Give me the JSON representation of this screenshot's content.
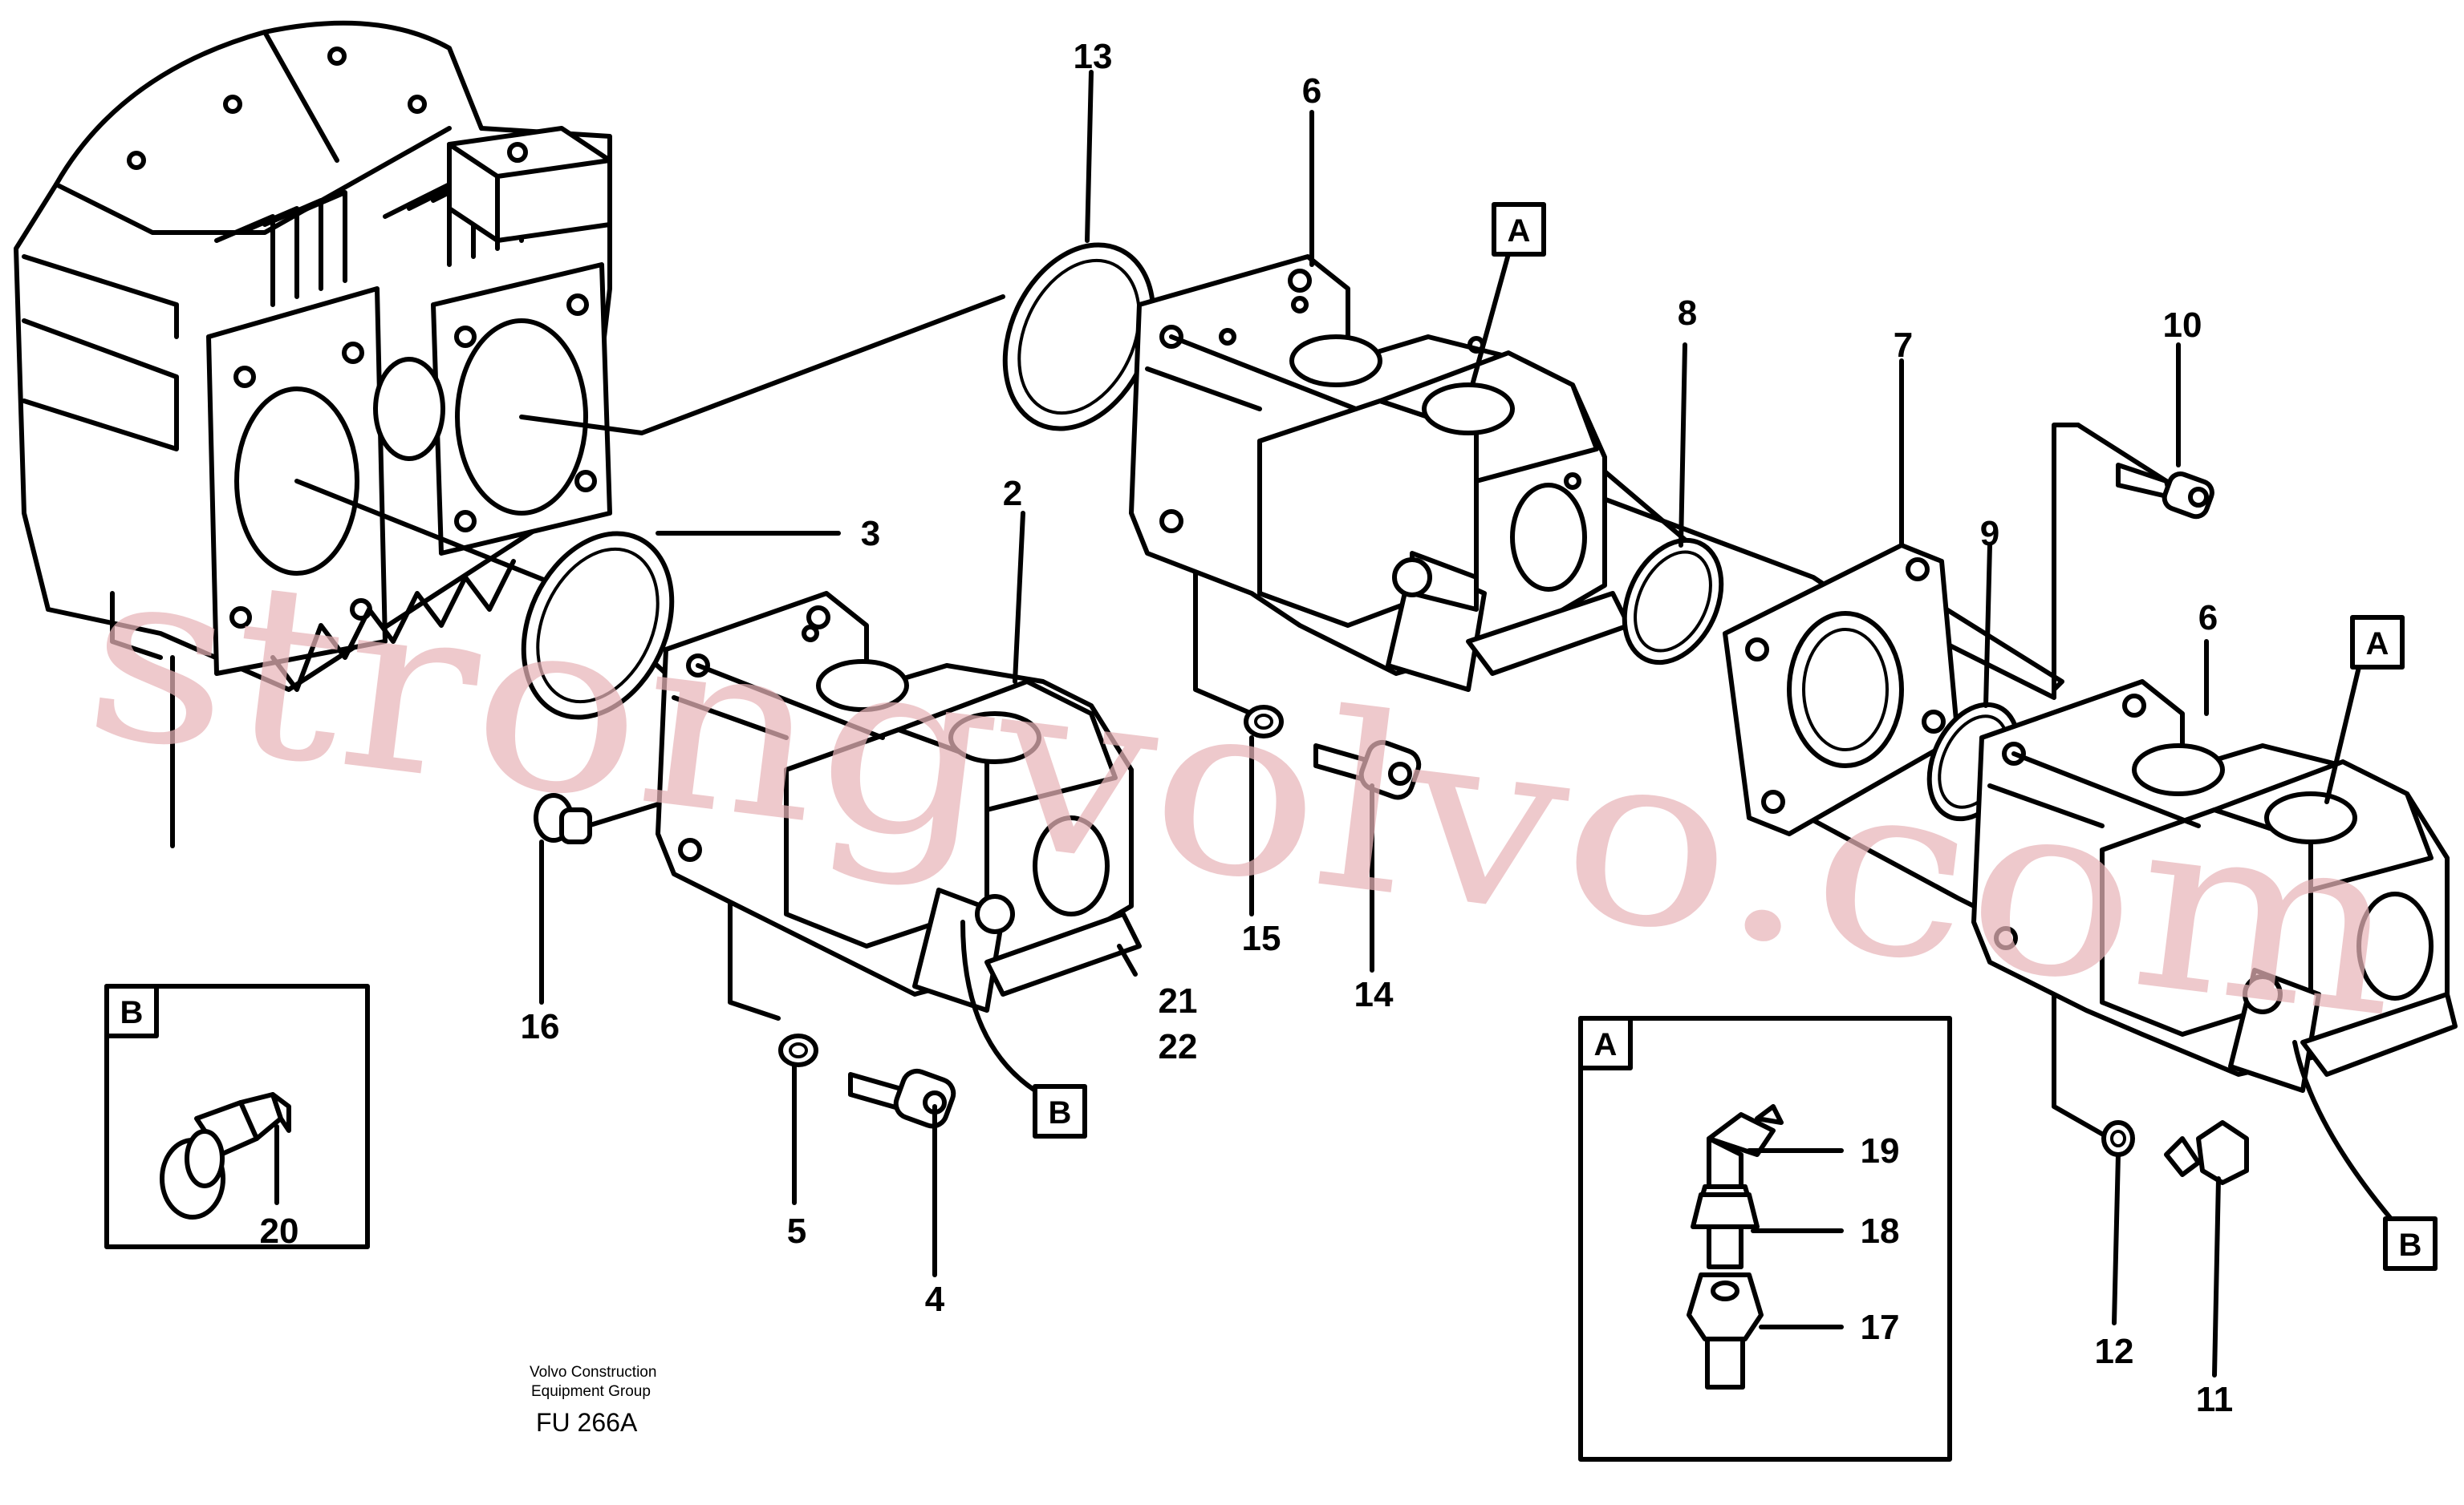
{
  "labels": {
    "l2": "2",
    "l3": "3",
    "l4": "4",
    "l5": "5",
    "l6a": "6",
    "l6b": "6",
    "l7": "7",
    "l8": "8",
    "l9": "9",
    "l10": "10",
    "l11": "11",
    "l12": "12",
    "l13": "13",
    "l14": "14",
    "l15": "15",
    "l16": "16",
    "l17": "17",
    "l18": "18",
    "l19": "19",
    "l20": "20",
    "l21": "21",
    "l22": "22"
  },
  "markers": {
    "a_top": "A",
    "a_right": "A",
    "b_mid": "B",
    "b_right": "B"
  },
  "inset_b": {
    "title": "B"
  },
  "inset_a": {
    "title": "A"
  },
  "footer": {
    "line1": "Volvo Construction",
    "line2": "Equipment Group",
    "code": "FU 266A"
  },
  "watermark": "strongvolvo.com",
  "colors": {
    "line": "#000000",
    "watermark": "#e8b4b8",
    "background": "#ffffff"
  }
}
